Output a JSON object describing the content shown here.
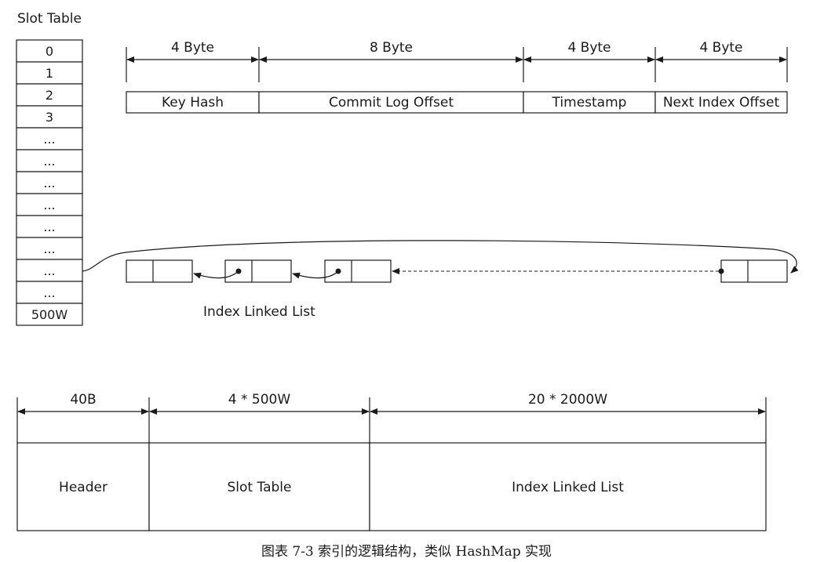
{
  "slot_table": {
    "title": "Slot Table",
    "slots": [
      "0",
      "1",
      "2",
      "3",
      "...",
      "...",
      "...",
      "...",
      "...",
      "...",
      "...",
      "...",
      "500W"
    ]
  },
  "index_entry": {
    "fields": [
      {
        "size": "4 Byte",
        "name": "Key Hash"
      },
      {
        "size": "8 Byte",
        "name": "Commit Log Offset"
      },
      {
        "size": "4 Byte",
        "name": "Timestamp"
      },
      {
        "size": "4 Byte",
        "name": "Next Index Offset"
      }
    ]
  },
  "linked_list": {
    "label": "Index Linked List"
  },
  "file_layout": {
    "segments": [
      {
        "size": "40B",
        "name": "Header"
      },
      {
        "size": "4 * 500W",
        "name": "Slot Table"
      },
      {
        "size": "20 * 2000W",
        "name": "Index Linked List"
      }
    ]
  },
  "caption": "图表 7-3 索引的逻辑结构，类似 HashMap 实现"
}
